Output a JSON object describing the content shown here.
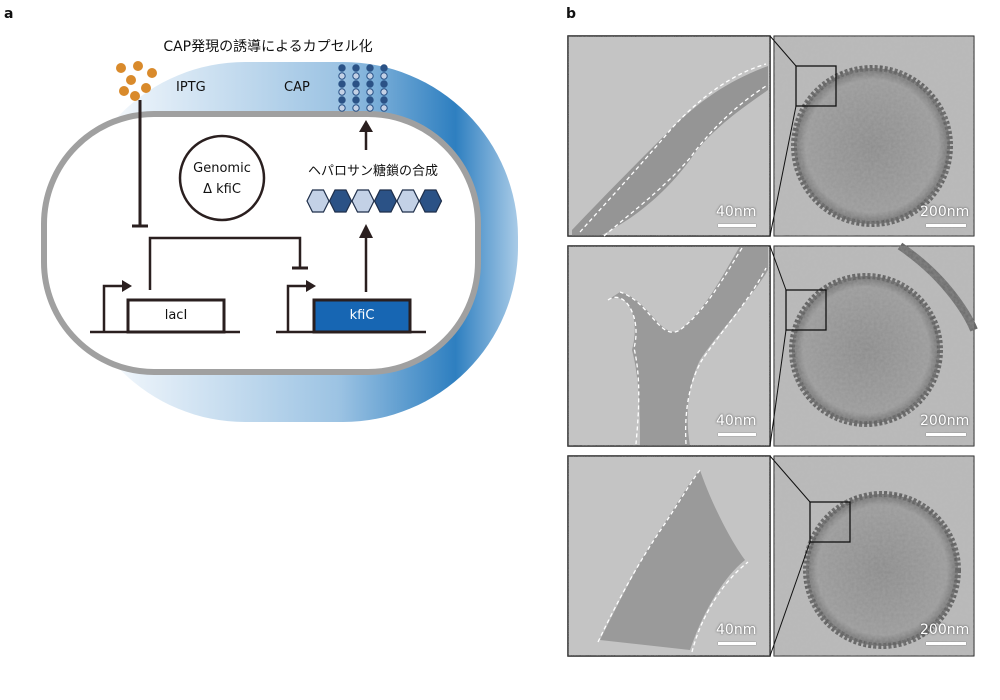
{
  "panel_a": {
    "label": "a",
    "title": "CAP発現の誘導によるカプセル化",
    "iptg_label": "IPTG",
    "cap_label": "CAP",
    "genomic_line1": "Genomic",
    "genomic_line2": "Δ kfiC",
    "synthesis_label": "ヘパロサン糖鎖の合成",
    "laci_label": "lacI",
    "kfic_label": "kfiC",
    "colors": {
      "iptg_dots": "#d98a2b",
      "capsule_blue": "#2e7fc0",
      "cell_wall": "#a0a0a0",
      "kfic_box": "#1766b3",
      "hex_dark": "#2b5286",
      "hex_light": "#c3d1e6"
    }
  },
  "panel_b": {
    "label": "b",
    "rows": [
      {
        "zoom_scale": "40nm",
        "overview_scale": "200nm"
      },
      {
        "zoom_scale": "40nm",
        "overview_scale": "200nm"
      },
      {
        "zoom_scale": "40nm",
        "overview_scale": "200nm"
      }
    ]
  }
}
